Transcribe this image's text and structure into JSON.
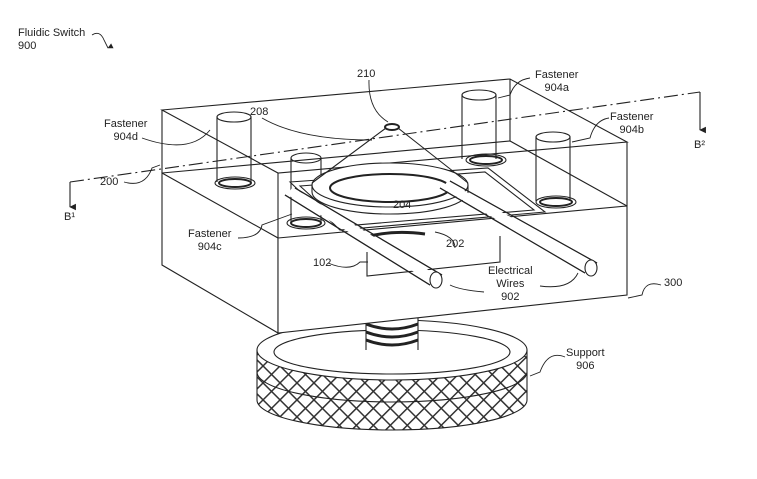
{
  "title": {
    "name": "Fluidic Switch",
    "number": "900"
  },
  "labels": {
    "membrane": "208",
    "port": "210",
    "fastener_a": {
      "name": "Fastener",
      "number": "904a"
    },
    "fastener_b": {
      "name": "Fastener",
      "number": "904b"
    },
    "fastener_c": {
      "name": "Fastener",
      "number": "904c"
    },
    "fastener_d": {
      "name": "Fastener",
      "number": "904d"
    },
    "upper_block": "200",
    "lower_block": "300",
    "ring": "204",
    "plate": "202",
    "chamber": "102",
    "wires": {
      "line1": "Electrical",
      "line2": "Wires",
      "number": "902"
    },
    "support": {
      "name": "Support",
      "number": "906"
    },
    "section_b1": "B¹",
    "section_b2": "B²"
  }
}
